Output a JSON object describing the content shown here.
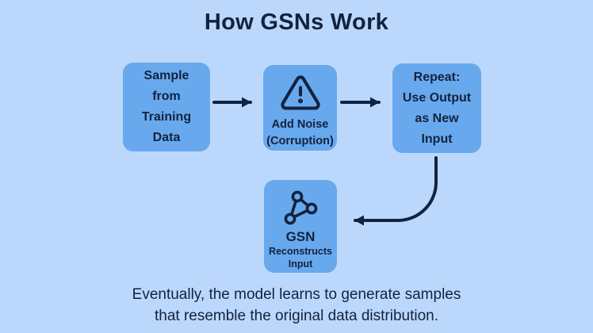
{
  "title": "How GSNs Work",
  "colors": {
    "background": "#bbd8fc",
    "box_fill": "#68a9ee",
    "ink": "#13223e"
  },
  "flow": {
    "step1": {
      "lines": [
        "Sample",
        "from",
        "Training",
        "Data"
      ]
    },
    "step2": {
      "icon": "warning-triangle-icon",
      "lines": [
        "Add Noise",
        "(Corruption)"
      ]
    },
    "step3": {
      "lines": [
        "Repeat:",
        "Use Output",
        "as New",
        "Input"
      ]
    },
    "step4": {
      "icon": "network-graph-icon",
      "heading": "GSN",
      "lines": [
        "Reconstructs",
        "Input"
      ]
    }
  },
  "caption": {
    "line1": "Eventually, the model learns to generate samples",
    "line2": "that resemble the original data distribution."
  }
}
